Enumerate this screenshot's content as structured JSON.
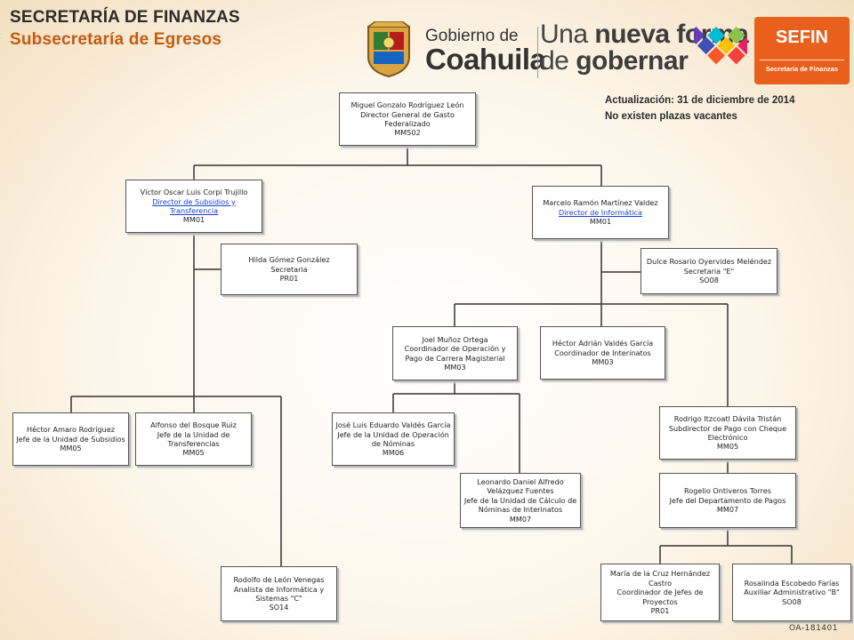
{
  "header": {
    "title": "SECRETARÍA DE FINANZAS",
    "subtitle": "Subsecretaría de Egresos"
  },
  "logos": {
    "gobierno_small": "Gobierno de",
    "gobierno_big": "Coahuila",
    "slogan_line1_a": "Una ",
    "slogan_line1_b": "nueva forma",
    "slogan_line2_a": "de ",
    "slogan_line2_b": "gobernar",
    "sefin_title": "SEFIN",
    "sefin_subtitle": "Secretaría de Finanzas",
    "sefin_color": "#e8601c"
  },
  "update": {
    "line1": "Actualización: 31  de diciembre de 2014",
    "line2": "No existen plazas vacantes"
  },
  "doc_code": "OA-181401",
  "nodes": {
    "director_general": {
      "name": "Miguel Gonzalo Rodríguez León",
      "title": "Director General de Gasto Federalizado",
      "code": "MM502"
    },
    "dir_subsidios": {
      "name": "Víctor Oscar Luis Corpi Trujillo",
      "title": "Director de Subsidios y Transferencia",
      "code": "MM01"
    },
    "dir_informatica": {
      "name": "Marcelo Ramón Martínez Valdez",
      "title": "Director de Informática",
      "code": "MM01"
    },
    "secretaria_hilda": {
      "name": "Hilda Gómez González",
      "title": "Secretaria",
      "code": "PR01"
    },
    "secretaria_dulce": {
      "name": "Dulce Rosario Oyervides Meléndez",
      "title": "Secretaria \"E\"",
      "code": "SO08"
    },
    "coord_operacion": {
      "name": "Joel Muñoz Ortega",
      "title": "Coordinador de Operación y Pago de Carrera Magisterial",
      "code": "MM03"
    },
    "coord_interinatos": {
      "name": "Héctor Adrián Valdés García",
      "title": "Coordinador de Interinatos",
      "code": "MM03"
    },
    "jefe_subsidios": {
      "name": "Héctor Amaro Rodríguez",
      "title": "Jefe de la Unidad de Subsidios",
      "code": "MM05"
    },
    "jefe_transferencias": {
      "name": "Alfonso del Bosque Ruiz",
      "title": "Jefe de la Unidad de Transferencias",
      "code": "MM05"
    },
    "jefe_nominas": {
      "name": "José Luis Eduardo Valdés García",
      "title": "Jefe de la Unidad de Operación de Nóminas",
      "code": "MM06"
    },
    "jefe_calculo": {
      "name": "Leonardo Daniel Alfredo Velázquez Fuentes",
      "title": "Jefe de la Unidad de Cálculo de Nóminas de Interinatos",
      "code": "MM07"
    },
    "subdir_pago": {
      "name": "Rodrigo Itzcoatl Dávila Tristán",
      "title": "Subdirector de Pago con Cheque Electrónico",
      "code": "MM05"
    },
    "jefe_pagos": {
      "name": "Rogelio Ontiveros Torres",
      "title": "Jefe del Departamento de Pagos",
      "code": "MM07"
    },
    "analista": {
      "name": "Rodolfo de León Venegas",
      "title": "Analista de Informática y Sistemas \"C\"",
      "code": "SO14"
    },
    "coord_proyectos": {
      "name": "María de la Cruz Hernández Castro",
      "title": "Coordinador de Jefes de Proyectos",
      "code": "PR01"
    },
    "auxiliar": {
      "name": "Rosalinda Escobedo Farías",
      "title": "Auxiliar Administrativo \"B\"",
      "code": "SO08"
    }
  }
}
